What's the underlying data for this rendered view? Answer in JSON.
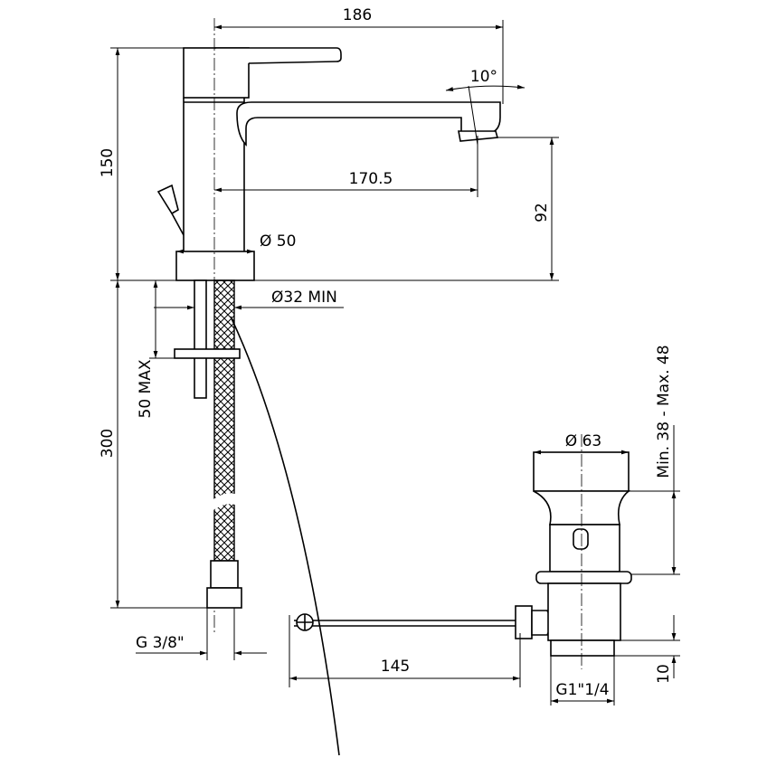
{
  "title": "Basin mixer technical drawing",
  "dimensions": {
    "overall_length": "186",
    "spout_angle": "10°",
    "overall_height": "150",
    "spout_reach": "170.5",
    "spout_height": "92",
    "base_diameter": "Ø 50",
    "hole_diameter": "Ø32 MIN",
    "max_thickness": "50 MAX",
    "hose_length": "300",
    "hose_thread": "G 3/8\"",
    "rod_length": "145",
    "waste_diameter": "Ø 63",
    "waste_range": "Min. 38 - Max. 48",
    "waste_thread": "G1\"1/4",
    "thread_length": "10"
  }
}
